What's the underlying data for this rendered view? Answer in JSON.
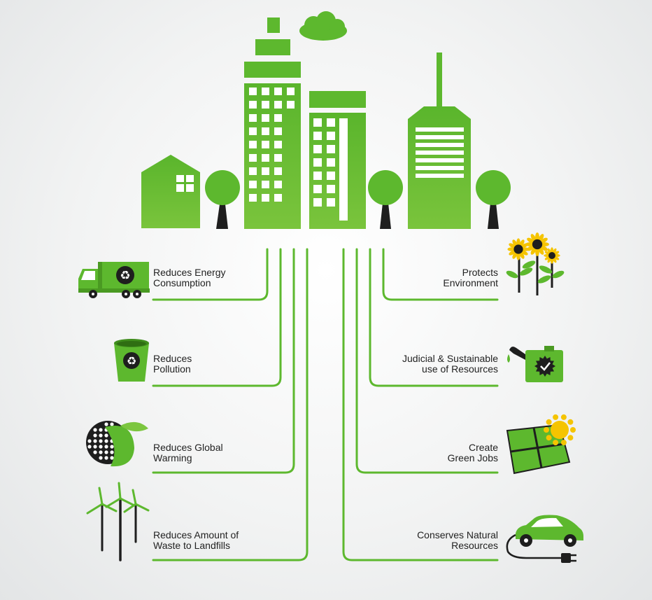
{
  "colors": {
    "green": "#5db82e",
    "green_light": "#7cc63f",
    "dark": "#1e1e1e",
    "sun": "#f5c400"
  },
  "icons": {
    "left": [
      "garbage-truck-icon",
      "recycle-bin-icon",
      "globe-leaf-icon",
      "wind-turbines-icon"
    ],
    "right": [
      "sunflowers-icon",
      "green-fuel-can-icon",
      "solar-panel-icon",
      "electric-car-icon"
    ]
  },
  "benefits_left": [
    {
      "line1": "Reduces Energy",
      "line2": "Consumption"
    },
    {
      "line1": "Reduces",
      "line2": "Pollution"
    },
    {
      "line1": "Reduces Global",
      "line2": "Warming"
    },
    {
      "line1": "Reduces Amount of",
      "line2": "Waste to Landfills"
    }
  ],
  "benefits_right": [
    {
      "line1": "Protects",
      "line2": "Environment"
    },
    {
      "line1": "Judicial & Sustainable",
      "line2": "use of Resources"
    },
    {
      "line1": "Create",
      "line2": "Green Jobs"
    },
    {
      "line1": "Conserves Natural",
      "line2": "Resources"
    }
  ]
}
